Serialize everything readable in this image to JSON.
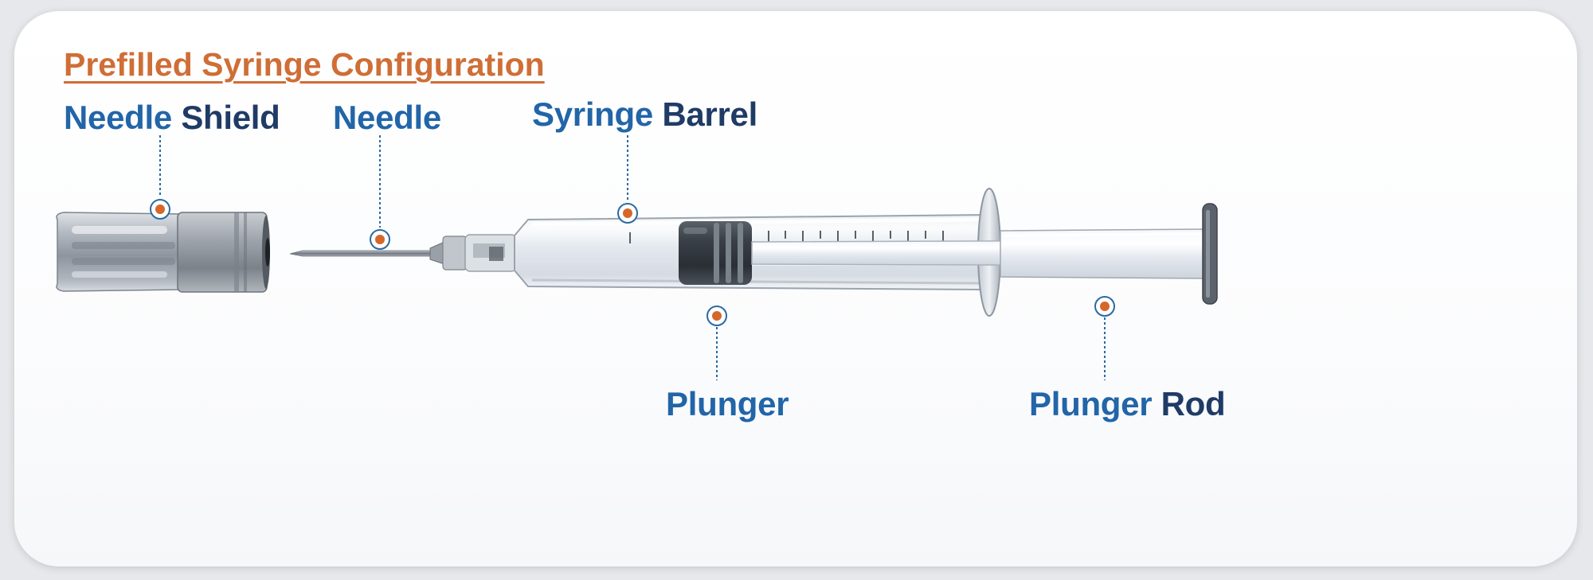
{
  "title": "Prefilled Syringe Configuration",
  "labels": {
    "needle_shield": {
      "word1": "Needle",
      "word2": "Shield"
    },
    "needle": {
      "word1": "Needle"
    },
    "syringe_barrel": {
      "word1": "Syringe",
      "word2": "Barrel"
    },
    "plunger": {
      "word1": "Plunger"
    },
    "plunger_rod": {
      "word1": "Plunger",
      "word2": "Rod"
    }
  },
  "colors": {
    "title": "#cf6e36",
    "label_primary": "#2265a8",
    "label_secondary": "#1f3b66",
    "leader_line": "#2a6aa3",
    "marker_dot": "#d5672a",
    "marker_ring": "#2a6aa3"
  }
}
